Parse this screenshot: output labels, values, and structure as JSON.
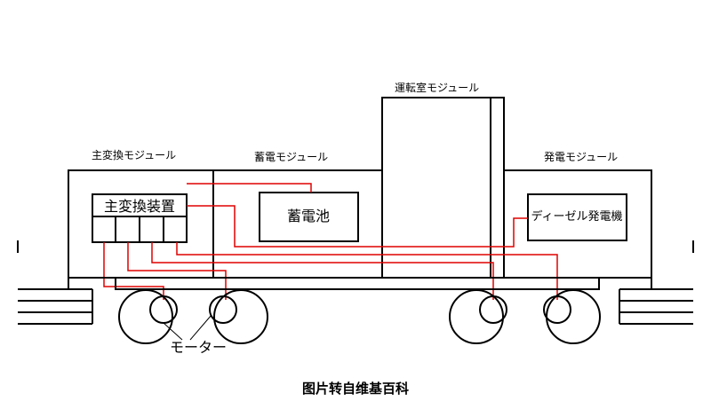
{
  "modules": {
    "main_converter": "主変換モジュール",
    "battery": "蓄電モジュール",
    "cab": "運転室モジュール",
    "generator": "発電モジュール"
  },
  "components": {
    "main_converter_device": "主変換装置",
    "battery_cell": "蓄電池",
    "diesel_generator": "ディーゼル発電機"
  },
  "motor_label": "モーター",
  "caption": "图片转自维基百科",
  "colors": {
    "wiring": "#e00000",
    "outline": "#000000"
  }
}
